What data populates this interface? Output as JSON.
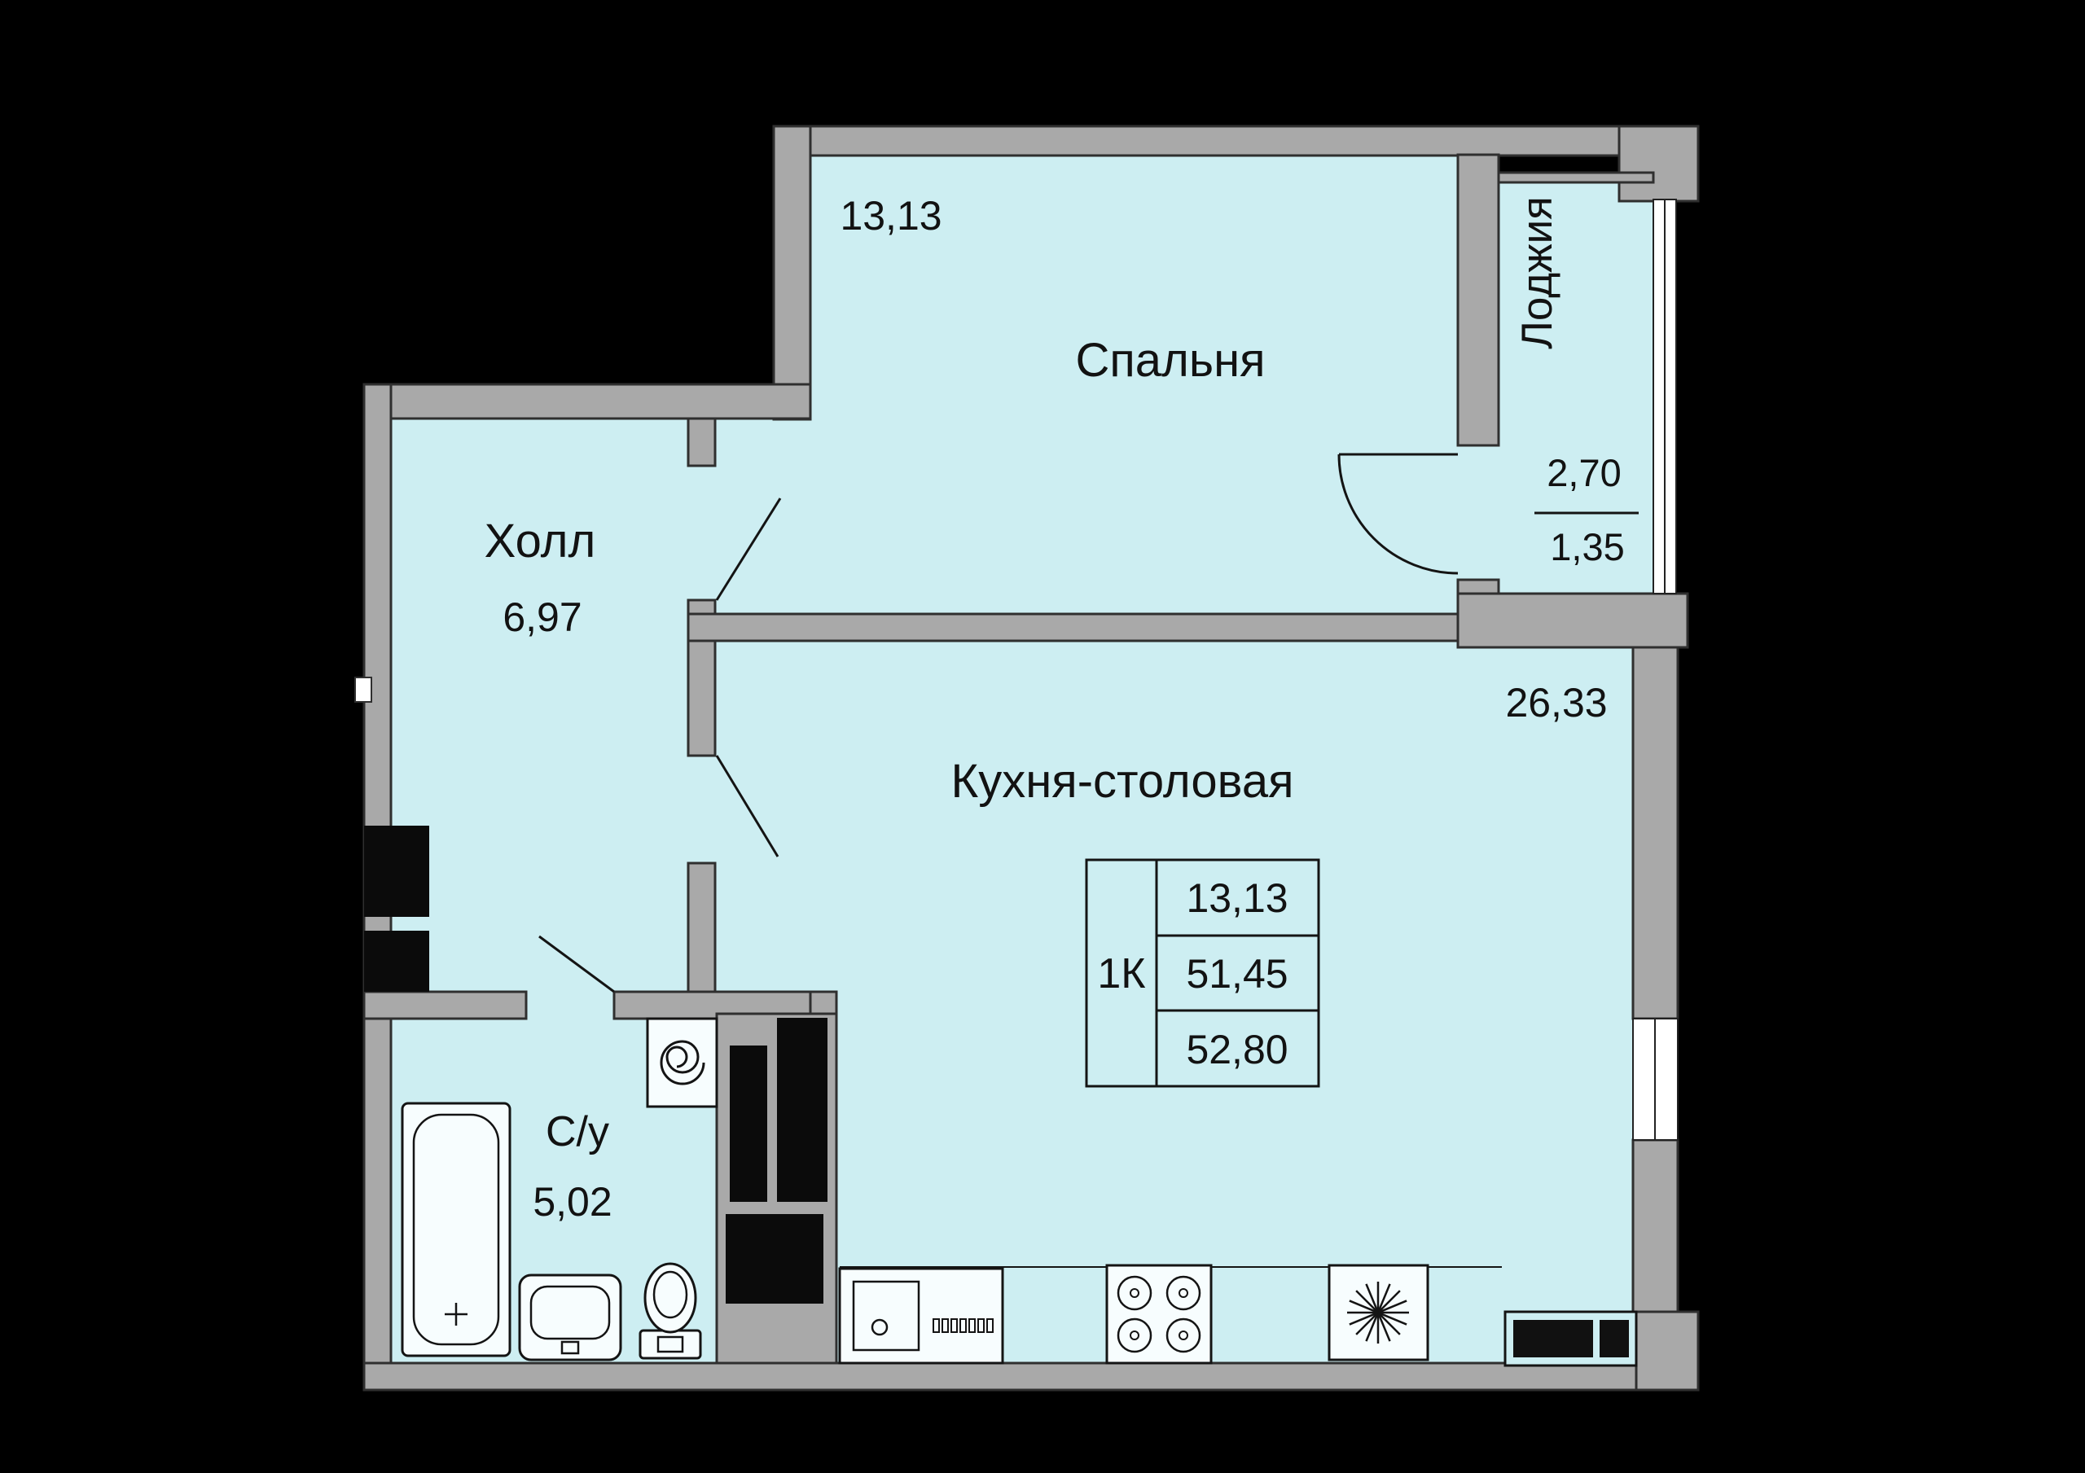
{
  "plan": {
    "rooms": {
      "bedroom": {
        "name": "Спальня",
        "area": "13,13"
      },
      "loggia": {
        "name": "Лоджия",
        "area_full": "2,70",
        "area_reduced": "1,35"
      },
      "hall": {
        "name": "Холл",
        "area": "6,97"
      },
      "kitchen": {
        "name": "Кухня-столовая",
        "area": "26,33"
      },
      "bathroom": {
        "name": "С/у",
        "area": "5,02"
      }
    },
    "info_table": {
      "type": "1К",
      "living_area": "13,13",
      "area_without_loggia": "51,45",
      "total_area": "52,80"
    },
    "fixtures": [
      "bathtub",
      "wash-basin",
      "toilet",
      "washing-machine",
      "ventilation-shaft",
      "kitchen-sink",
      "stove",
      "cooker-fan",
      "window",
      "door"
    ],
    "colors": {
      "background": "#000000",
      "room_fill": "#cdeef2",
      "wall_fill": "#a9a9a9",
      "line": "#141414",
      "fixture_fill": "#f7fdfe"
    }
  }
}
